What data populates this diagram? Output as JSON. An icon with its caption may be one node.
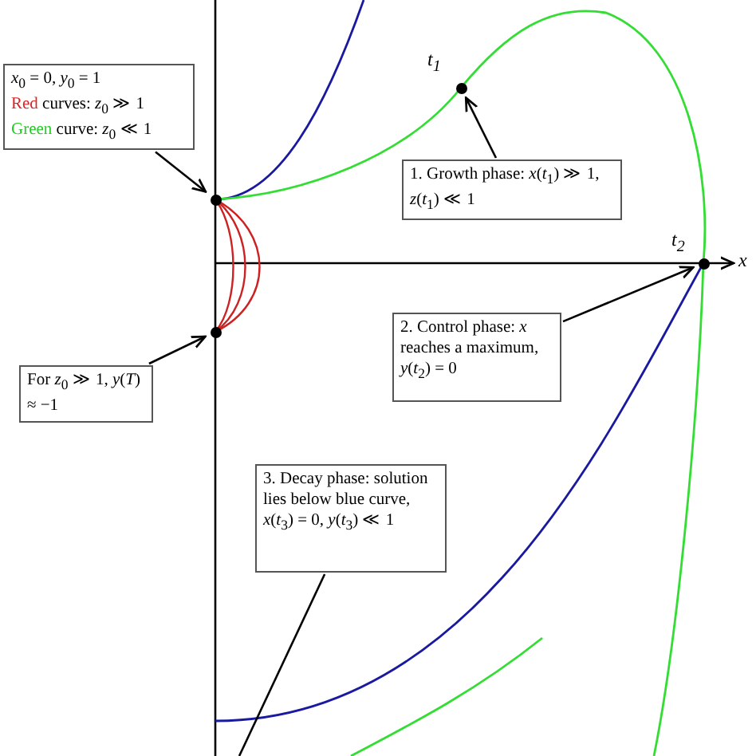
{
  "diagram": {
    "nodes": [
      {
        "text": [
          "*x*$_{0}$ = 0, *y*$_{0}$ = 1",
          "Red curves: *z*$_{0}$ ≫ 1",
          "Green curve: *z*$_{0}$ ≪ 1"
        ]
      },
      {
        "text": [],
        "shape": "circle"
      },
      {
        "text": [],
        "shape": "circle",
        "beside": [
          "*t*$_{1}$"
        ]
      },
      {
        "text": [
          "1. Growth phase: *x*(*t*$_{1}$) ≫ 1, *z*(*t*$_{1}$) ≪ 1"
        ]
      },
      {
        "text": [],
        "shape": "circle",
        "beside": [
          "*t*$_{2}$"
        ]
      },
      {
        "text": [
          "2. Control phase: *x* reaches a maximum, *y*(*t*$_{2}$) = 0"
        ]
      },
      {
        "text": [],
        "shape": "circle"
      },
      {
        "text": [
          "For *z*$_{0}$ ≫ 1, *y*(*T*) ≈ −1"
        ]
      },
      {
        "text": [
          "3. Decay phase: solution lies below blue curve, *x*(*t*$_{3}$) = 0, *y*(*t*$_{3}$) ≪ 1"
        ]
      }
    ],
    "edges": [
      {
        "from": 0,
        "to": 1,
        "arrow": "to"
      },
      {
        "from": 3,
        "to": 2,
        "arrow": "to"
      },
      {
        "from": 5,
        "to": 4,
        "arrow": "to"
      },
      {
        "from": 7,
        "to": 6,
        "arrow": "to"
      },
      {
        "from": 8,
        "to": null,
        "arrow": "none"
      }
    ],
    "labels": [
      "*x*"
    ]
  }
}
